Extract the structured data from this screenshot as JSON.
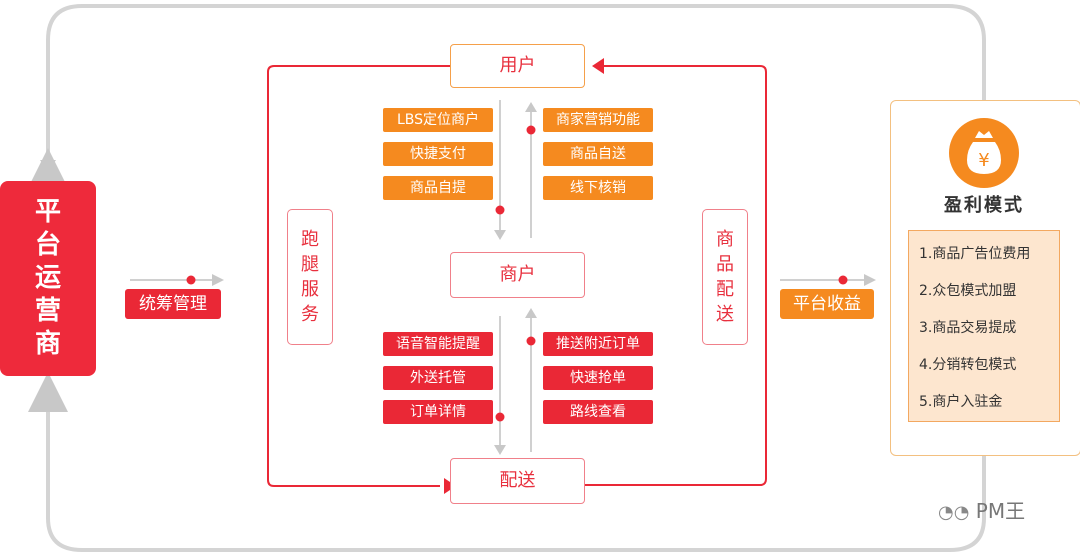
{
  "left": {
    "platform": "平台运营商",
    "coordination": "统筹管理"
  },
  "center": {
    "user": "用户",
    "merchant": "商户",
    "delivery": "配送",
    "errand_service": "跑腿服务",
    "goods_delivery": "商品配送",
    "top_left_tags": [
      "LBS定位商户",
      "快捷支付",
      "商品自提"
    ],
    "top_right_tags": [
      "商家营销功能",
      "商品自送",
      "线下核销"
    ],
    "bottom_left_tags": [
      "语音智能提醒",
      "外送托管",
      "订单详情"
    ],
    "bottom_right_tags": [
      "推送附近订单",
      "快速抢单",
      "路线查看"
    ]
  },
  "right": {
    "platform_revenue": "平台收益",
    "profit_title": "盈利模式",
    "coin_symbol": "¥",
    "profit_items": [
      "1.商品广告位费用",
      "2.众包模式加盟",
      "3.商品交易提成",
      "4.分销转包模式",
      "5.商户入驻金"
    ]
  },
  "watermark": "PM王",
  "colors": {
    "red": "#ea2836",
    "orange": "#f58a1f",
    "gray_line": "#cfcfcf"
  }
}
